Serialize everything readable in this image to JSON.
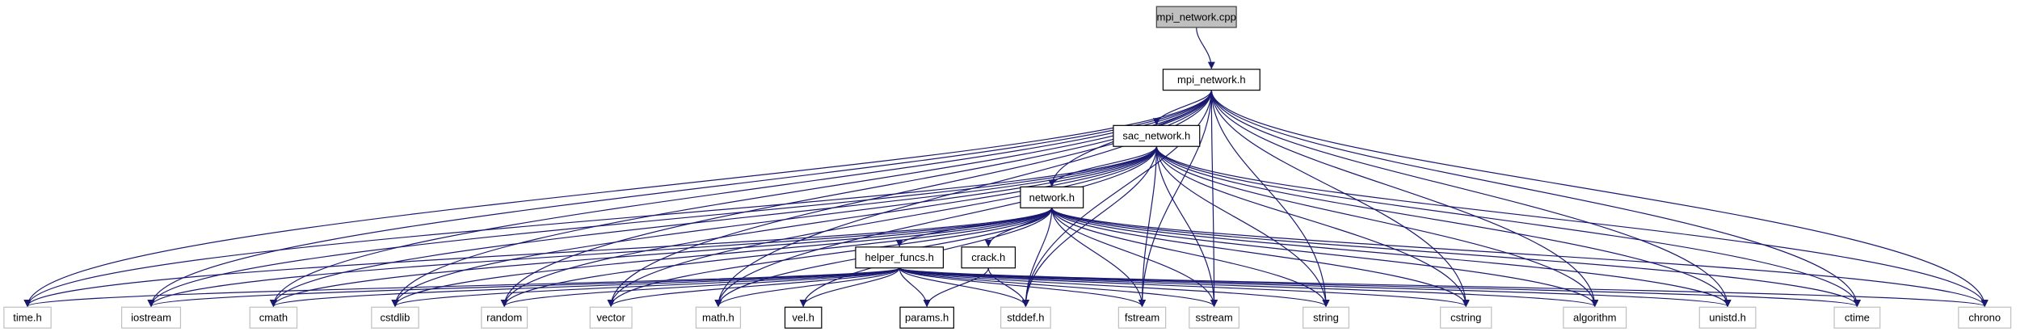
{
  "title": "mpi_network.cpp include dependency graph",
  "colors": {
    "edge": "#191970",
    "root_fill": "#bfbfbf",
    "root_border": "#404040",
    "project_border": "#000000",
    "system_border": "#bfbfbf",
    "node_fill": "#ffffff"
  },
  "nodes": [
    {
      "id": "mpi_network_cpp",
      "label": "mpi_network.cpp",
      "kind": "root"
    },
    {
      "id": "mpi_network_h",
      "label": "mpi_network.h",
      "kind": "project"
    },
    {
      "id": "sac_network_h",
      "label": "sac_network.h",
      "kind": "project"
    },
    {
      "id": "network_h",
      "label": "network.h",
      "kind": "project"
    },
    {
      "id": "helper_funcs_h",
      "label": "helper_funcs.h",
      "kind": "project"
    },
    {
      "id": "crack_h",
      "label": "crack.h",
      "kind": "project"
    },
    {
      "id": "time_h",
      "label": "time.h",
      "kind": "system"
    },
    {
      "id": "iostream",
      "label": "iostream",
      "kind": "system"
    },
    {
      "id": "cmath",
      "label": "cmath",
      "kind": "system"
    },
    {
      "id": "cstdlib",
      "label": "cstdlib",
      "kind": "system"
    },
    {
      "id": "random",
      "label": "random",
      "kind": "system"
    },
    {
      "id": "vector",
      "label": "vector",
      "kind": "system"
    },
    {
      "id": "math_h",
      "label": "math.h",
      "kind": "system"
    },
    {
      "id": "vel_h",
      "label": "vel.h",
      "kind": "project"
    },
    {
      "id": "params_h",
      "label": "params.h",
      "kind": "project"
    },
    {
      "id": "stddef_h",
      "label": "stddef.h",
      "kind": "system"
    },
    {
      "id": "fstream",
      "label": "fstream",
      "kind": "system"
    },
    {
      "id": "sstream",
      "label": "sstream",
      "kind": "system"
    },
    {
      "id": "string",
      "label": "string",
      "kind": "system"
    },
    {
      "id": "cstring",
      "label": "cstring",
      "kind": "system"
    },
    {
      "id": "algorithm",
      "label": "algorithm",
      "kind": "system"
    },
    {
      "id": "unistd_h",
      "label": "unistd.h",
      "kind": "system"
    },
    {
      "id": "ctime",
      "label": "ctime",
      "kind": "system"
    },
    {
      "id": "chrono",
      "label": "chrono",
      "kind": "system"
    }
  ],
  "edges": [
    [
      "mpi_network_cpp",
      "mpi_network_h"
    ],
    [
      "mpi_network_h",
      "sac_network_h"
    ],
    [
      "mpi_network_h",
      "network_h"
    ],
    [
      "mpi_network_h",
      "time_h"
    ],
    [
      "mpi_network_h",
      "iostream"
    ],
    [
      "mpi_network_h",
      "cmath"
    ],
    [
      "mpi_network_h",
      "cstdlib"
    ],
    [
      "mpi_network_h",
      "random"
    ],
    [
      "mpi_network_h",
      "vector"
    ],
    [
      "mpi_network_h",
      "math_h"
    ],
    [
      "mpi_network_h",
      "stddef_h"
    ],
    [
      "mpi_network_h",
      "fstream"
    ],
    [
      "mpi_network_h",
      "sstream"
    ],
    [
      "mpi_network_h",
      "string"
    ],
    [
      "mpi_network_h",
      "cstring"
    ],
    [
      "mpi_network_h",
      "algorithm"
    ],
    [
      "mpi_network_h",
      "unistd_h"
    ],
    [
      "mpi_network_h",
      "ctime"
    ],
    [
      "mpi_network_h",
      "chrono"
    ],
    [
      "sac_network_h",
      "network_h"
    ],
    [
      "sac_network_h",
      "time_h"
    ],
    [
      "sac_network_h",
      "iostream"
    ],
    [
      "sac_network_h",
      "cmath"
    ],
    [
      "sac_network_h",
      "cstdlib"
    ],
    [
      "sac_network_h",
      "random"
    ],
    [
      "sac_network_h",
      "vector"
    ],
    [
      "sac_network_h",
      "math_h"
    ],
    [
      "sac_network_h",
      "stddef_h"
    ],
    [
      "sac_network_h",
      "fstream"
    ],
    [
      "sac_network_h",
      "sstream"
    ],
    [
      "sac_network_h",
      "string"
    ],
    [
      "sac_network_h",
      "cstring"
    ],
    [
      "sac_network_h",
      "algorithm"
    ],
    [
      "sac_network_h",
      "unistd_h"
    ],
    [
      "sac_network_h",
      "ctime"
    ],
    [
      "sac_network_h",
      "chrono"
    ],
    [
      "network_h",
      "helper_funcs_h"
    ],
    [
      "network_h",
      "crack_h"
    ],
    [
      "network_h",
      "vel_h"
    ],
    [
      "network_h",
      "time_h"
    ],
    [
      "network_h",
      "iostream"
    ],
    [
      "network_h",
      "cmath"
    ],
    [
      "network_h",
      "cstdlib"
    ],
    [
      "network_h",
      "random"
    ],
    [
      "network_h",
      "vector"
    ],
    [
      "network_h",
      "math_h"
    ],
    [
      "network_h",
      "stddef_h"
    ],
    [
      "network_h",
      "fstream"
    ],
    [
      "network_h",
      "sstream"
    ],
    [
      "network_h",
      "string"
    ],
    [
      "network_h",
      "cstring"
    ],
    [
      "network_h",
      "algorithm"
    ],
    [
      "network_h",
      "unistd_h"
    ],
    [
      "network_h",
      "ctime"
    ],
    [
      "network_h",
      "chrono"
    ],
    [
      "helper_funcs_h",
      "vel_h"
    ],
    [
      "helper_funcs_h",
      "params_h"
    ],
    [
      "helper_funcs_h",
      "time_h"
    ],
    [
      "helper_funcs_h",
      "iostream"
    ],
    [
      "helper_funcs_h",
      "cmath"
    ],
    [
      "helper_funcs_h",
      "cstdlib"
    ],
    [
      "helper_funcs_h",
      "random"
    ],
    [
      "helper_funcs_h",
      "vector"
    ],
    [
      "helper_funcs_h",
      "math_h"
    ],
    [
      "helper_funcs_h",
      "stddef_h"
    ],
    [
      "helper_funcs_h",
      "fstream"
    ],
    [
      "helper_funcs_h",
      "sstream"
    ],
    [
      "helper_funcs_h",
      "string"
    ],
    [
      "helper_funcs_h",
      "cstring"
    ],
    [
      "helper_funcs_h",
      "algorithm"
    ],
    [
      "helper_funcs_h",
      "unistd_h"
    ],
    [
      "helper_funcs_h",
      "ctime"
    ],
    [
      "helper_funcs_h",
      "chrono"
    ],
    [
      "crack_h",
      "params_h"
    ],
    [
      "crack_h",
      "stddef_h"
    ]
  ]
}
